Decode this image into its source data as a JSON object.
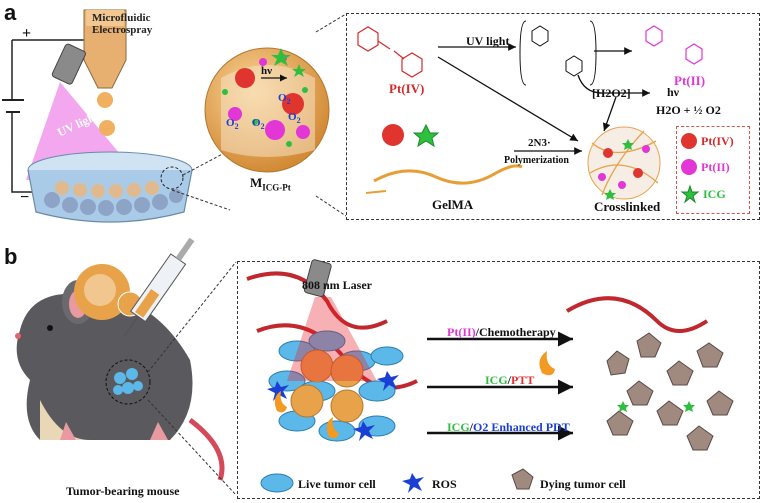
{
  "panel_a": {
    "letter": "a",
    "electrospray_label_line1": "Microfluidic",
    "electrospray_label_line2": "Electrospray",
    "plus_sign": "+",
    "minus_sign": "−",
    "uv_label": "UV light",
    "bead_label_main": "M",
    "bead_label_sub": "ICG-Pt",
    "bead_hv": "hν",
    "bead_o2": "O",
    "bead_o2_sub": "2",
    "pt4_label": "Pt(IV)",
    "pt2_label": "Pt(II)",
    "uv_arrow_label": "UV light",
    "h2o2_label": "[H2O2]",
    "hv_label": "hν",
    "product_label": "H2O + ½ O2",
    "n3_label": "2N3·",
    "polymerization_label": "Polymerization",
    "gelma_label": "GelMA",
    "crosslinked_label": "Crosslinked",
    "legend": [
      {
        "label": "Pt(IV)",
        "color": "#e0342f"
      },
      {
        "label": "Pt(II)",
        "color": "#e236d6"
      },
      {
        "label": "ICG",
        "color": "#2fbf3f"
      }
    ]
  },
  "panel_b": {
    "letter": "b",
    "mouse_label": "Tumor-bearing mouse",
    "laser_label": "808 nm Laser",
    "path1_a": "Pt(II)",
    "path1_b": "/Chemotherapy",
    "path2_a": "ICG",
    "path2_b": "/",
    "path2_c": "PTT",
    "path3_a": "ICG",
    "path3_b": "/",
    "path3_c": "O2 Enhanced PDT",
    "legend": [
      {
        "label": "Live tumor cell",
        "icon": "live-cell-icon"
      },
      {
        "label": "ROS",
        "icon": "ros-star-icon"
      },
      {
        "label": "Dying tumor cell",
        "icon": "dying-cell-icon"
      }
    ]
  },
  "colors": {
    "pt4": "#e0342f",
    "pt2": "#e236d6",
    "icg": "#2fbf3f",
    "o2": "#1a3fd4",
    "bead": "#e8a24a",
    "tumor": "#5bb8e8",
    "vessel": "#c0282d"
  }
}
